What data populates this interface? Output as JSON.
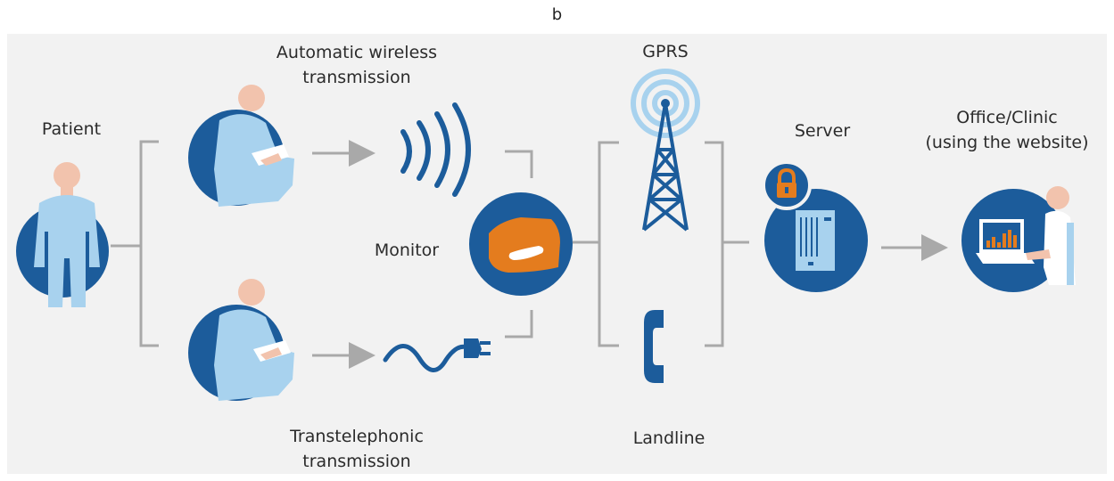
{
  "panel_label": "b",
  "labels": {
    "patient": "Patient",
    "wireless": "Automatic wireless\ntransmission",
    "transtelephonic": "Transtelephonic\ntransmission",
    "monitor": "Monitor",
    "gprs": "GPRS",
    "landline": "Landline",
    "server": "Server",
    "clinic": "Office/Clinic\n(using the website)"
  },
  "colors": {
    "panel_bg": "#f2f2f2",
    "navy": "#1c5c9b",
    "light_blue": "#a8d2ee",
    "orange": "#e47c1e",
    "connector_gray": "#a9a9a9",
    "skin": "#f2c3ad"
  }
}
